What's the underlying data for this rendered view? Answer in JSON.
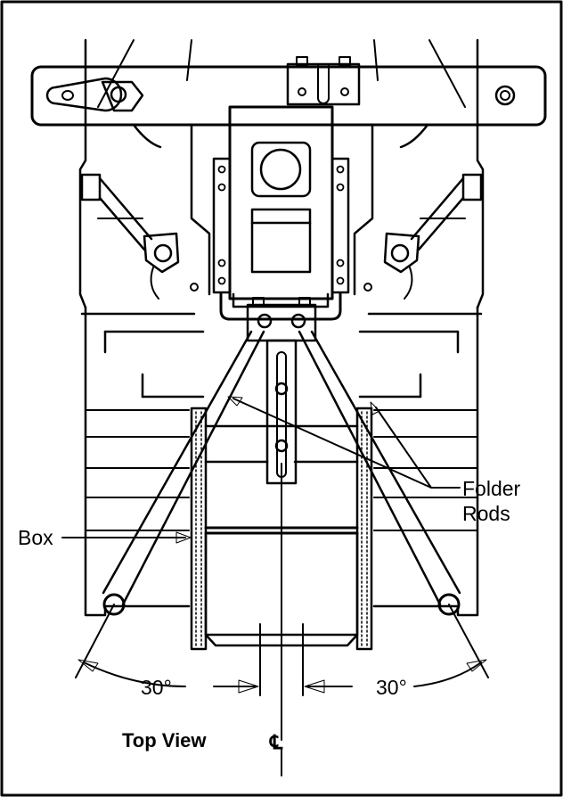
{
  "labels": {
    "folder": "Folder",
    "rods": "Rods",
    "box": "Box",
    "angle_left": "30°",
    "angle_right": "30°",
    "view": "Top View",
    "centerline": "℄"
  },
  "colors": {
    "ink": "#000000",
    "paper": "#ffffff"
  }
}
